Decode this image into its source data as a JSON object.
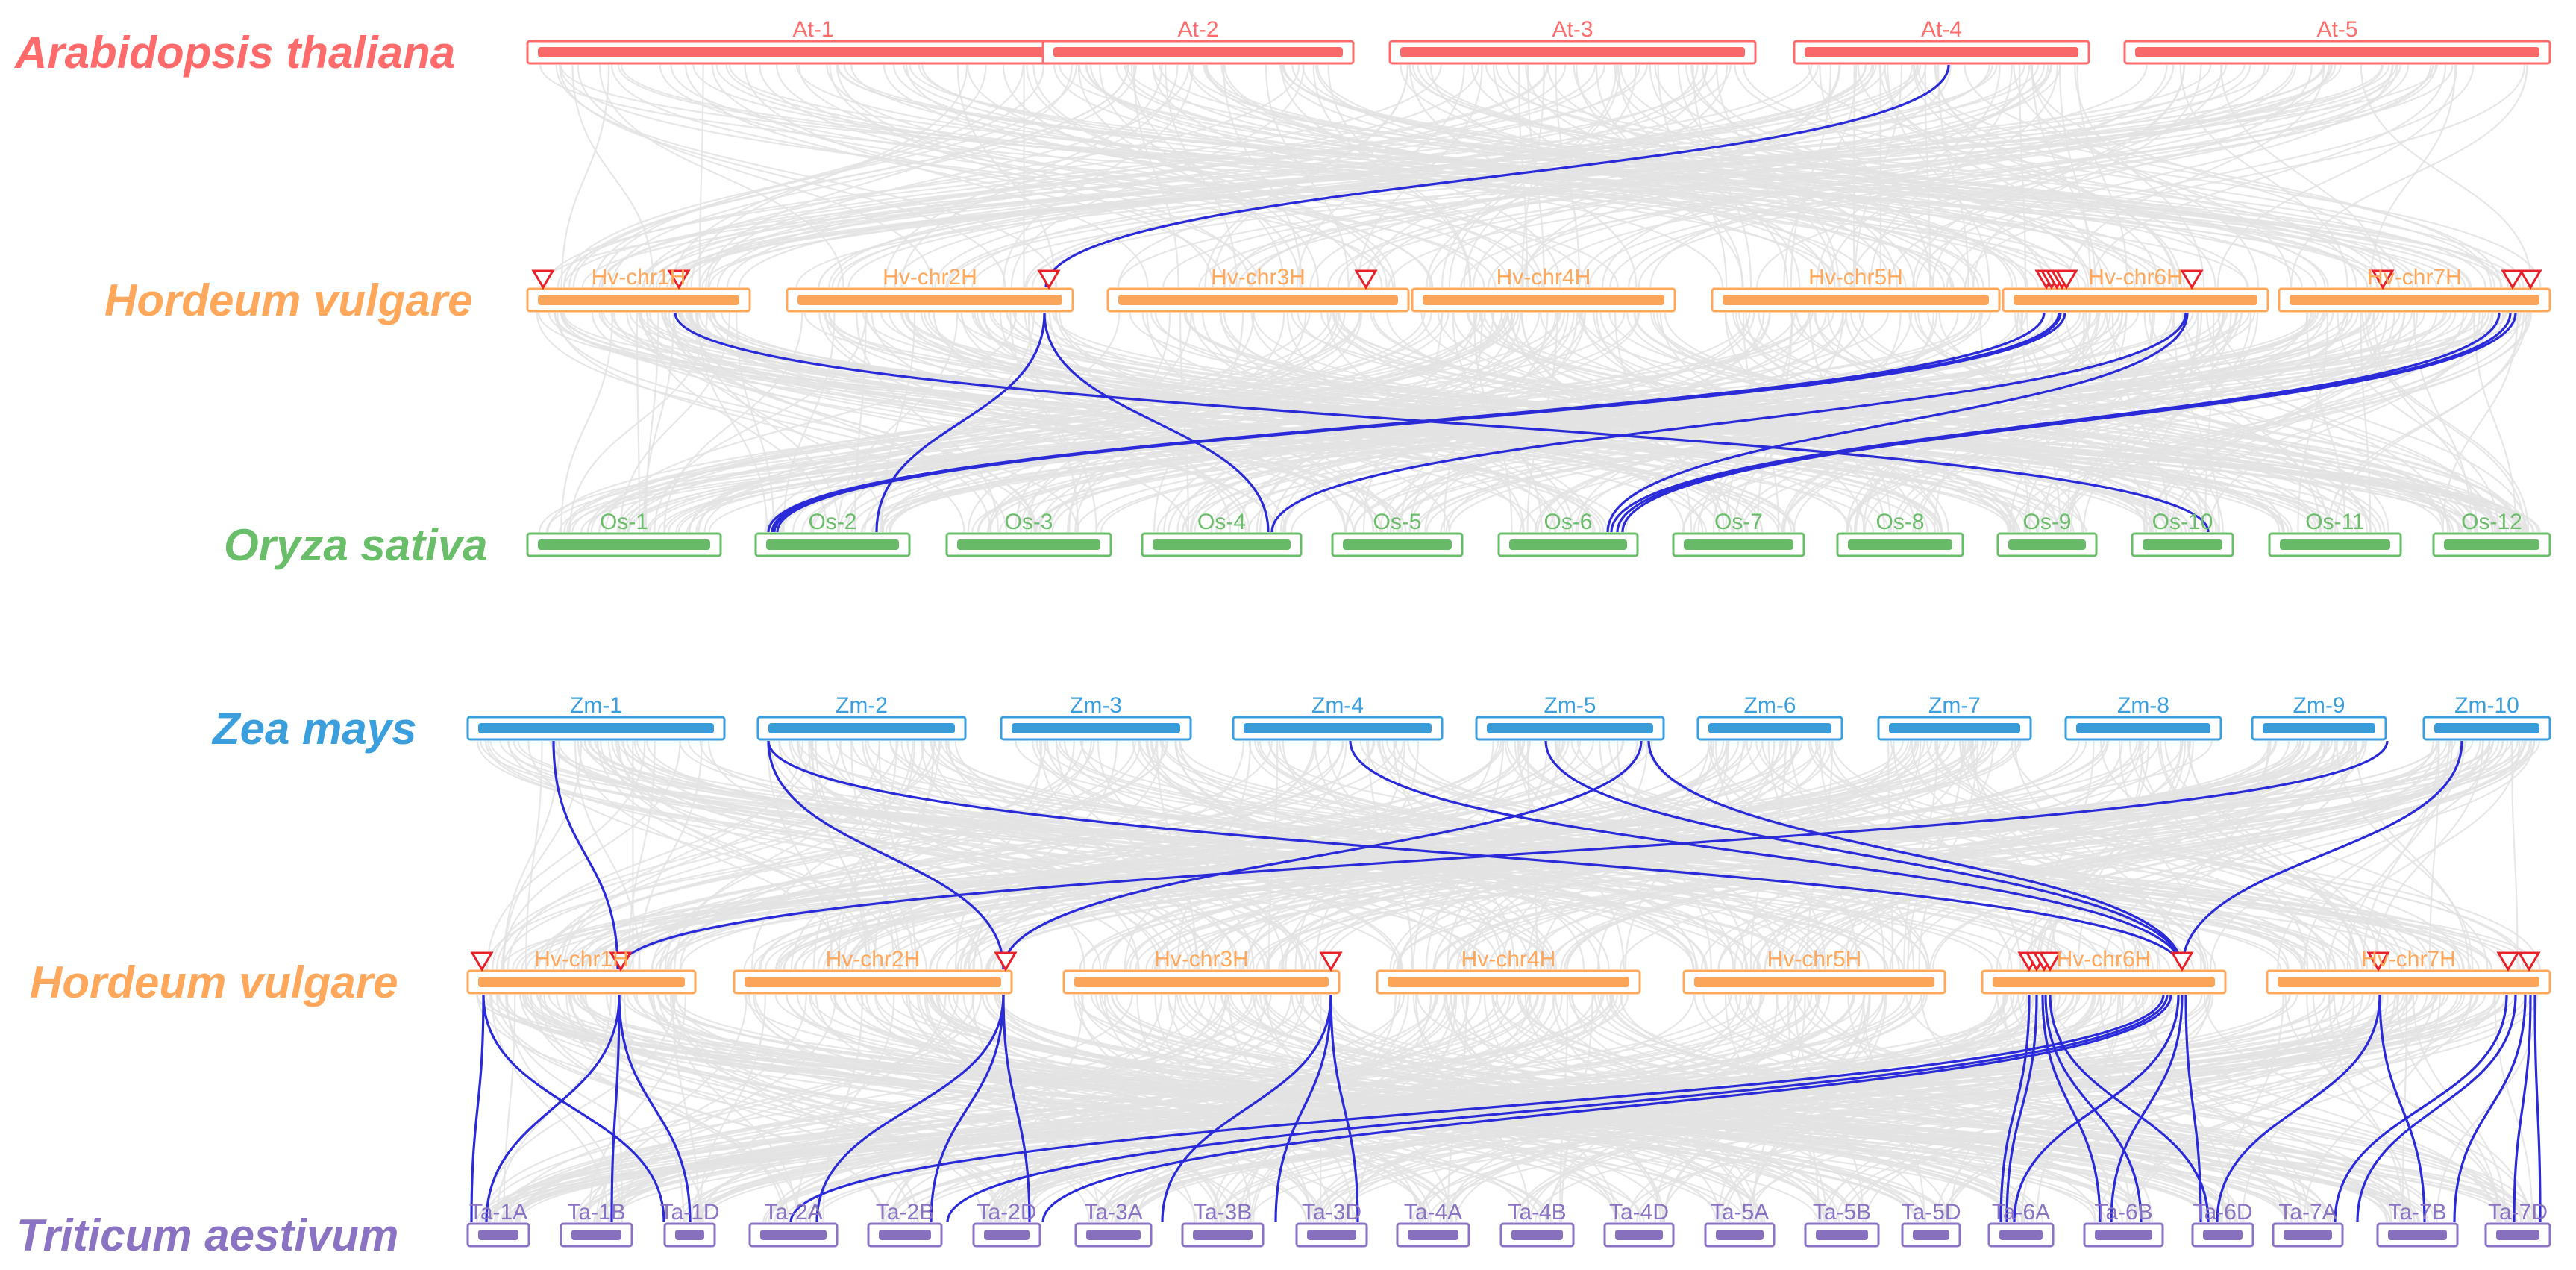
{
  "diagram": {
    "rows": [
      {
        "species": "Arabidopsis thaliana",
        "color": "#ff6b6b",
        "chromosomes": [
          "At-1",
          "At-2",
          "At-3",
          "At-4",
          "At-5"
        ]
      },
      {
        "species": "Hordeum vulgare",
        "color": "#ffa85c",
        "chromosomes": [
          "Hv-chr1H",
          "Hv-chr2H",
          "Hv-chr3H",
          "Hv-chr4H",
          "Hv-chr5H",
          "Hv-chr6H",
          "Hv-chr7H"
        ]
      },
      {
        "species": "Oryza sativa",
        "color": "#6abe6a",
        "chromosomes": [
          "Os-1",
          "Os-2",
          "Os-3",
          "Os-4",
          "Os-5",
          "Os-6",
          "Os-7",
          "Os-8",
          "Os-9",
          "Os-10",
          "Os-11",
          "Os-12"
        ]
      },
      {
        "species": "Zea mays",
        "color": "#3a9fdc",
        "chromosomes": [
          "Zm-1",
          "Zm-2",
          "Zm-3",
          "Zm-4",
          "Zm-5",
          "Zm-6",
          "Zm-7",
          "Zm-8",
          "Zm-9",
          "Zm-10"
        ]
      },
      {
        "species": "Hordeum vulgare",
        "color": "#ffa85c",
        "chromosomes": [
          "Hv-chr1H",
          "Hv-chr2H",
          "Hv-chr3H",
          "Hv-chr4H",
          "Hv-chr5H",
          "Hv-chr6H",
          "Hv-chr7H"
        ]
      },
      {
        "species": "Triticum aestivum",
        "color": "#8a73c2",
        "chromosomes": [
          "Ta-1A",
          "Ta-1B",
          "Ta-1D",
          "Ta-2A",
          "Ta-2B",
          "Ta-2D",
          "Ta-3A",
          "Ta-3B",
          "Ta-3D",
          "Ta-4A",
          "Ta-4B",
          "Ta-4D",
          "Ta-5A",
          "Ta-5B",
          "Ta-5D",
          "Ta-6A",
          "Ta-6B",
          "Ta-6D",
          "Ta-7A",
          "Ta-7B",
          "Ta-7D"
        ]
      }
    ],
    "colors": {
      "background_links": "#e3e3e3",
      "highlight_links": "#2a2ad8",
      "gene_marker": "#e8202a"
    },
    "marker_shape": "open-triangle"
  }
}
